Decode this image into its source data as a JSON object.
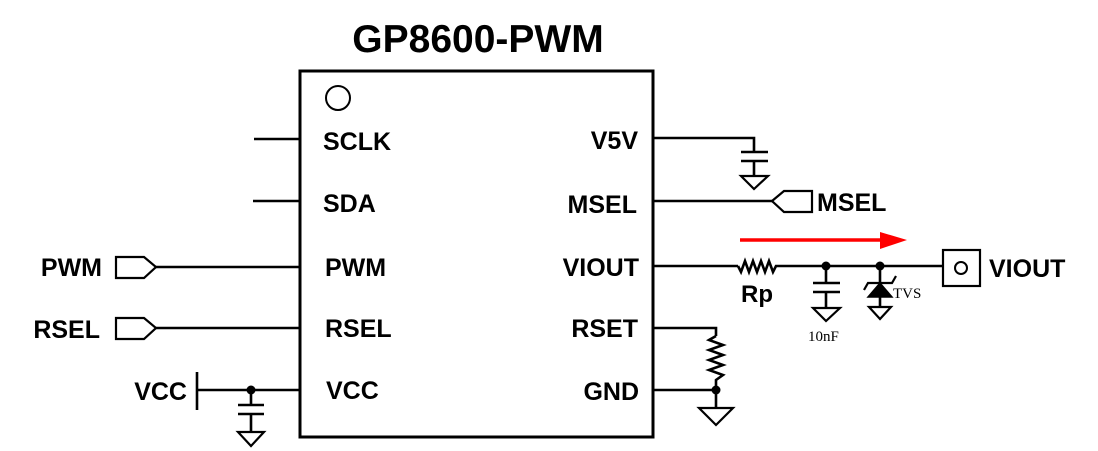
{
  "title": "GP8600-PWM",
  "chip": {
    "left_pins": [
      "SCLK",
      "SDA",
      "PWM",
      "RSEL",
      "VCC"
    ],
    "right_pins": [
      "V5V",
      "MSEL",
      "VIOUT",
      "RSET",
      "GND"
    ]
  },
  "ports": {
    "pwm": "PWM",
    "rsel": "RSEL",
    "vcc": "VCC",
    "msel": "MSEL",
    "viout": "VIOUT"
  },
  "components": {
    "rp_label": "Rp",
    "cap_label": "10nF",
    "tvs_label": "TVS"
  },
  "colors": {
    "arrow": "#ff0000",
    "line": "#000000"
  },
  "icons": {
    "current_direction": "arrow-right-icon",
    "pin1_marker": "circle-icon",
    "ground": "ground-icon",
    "connector": "terminal-icon"
  }
}
